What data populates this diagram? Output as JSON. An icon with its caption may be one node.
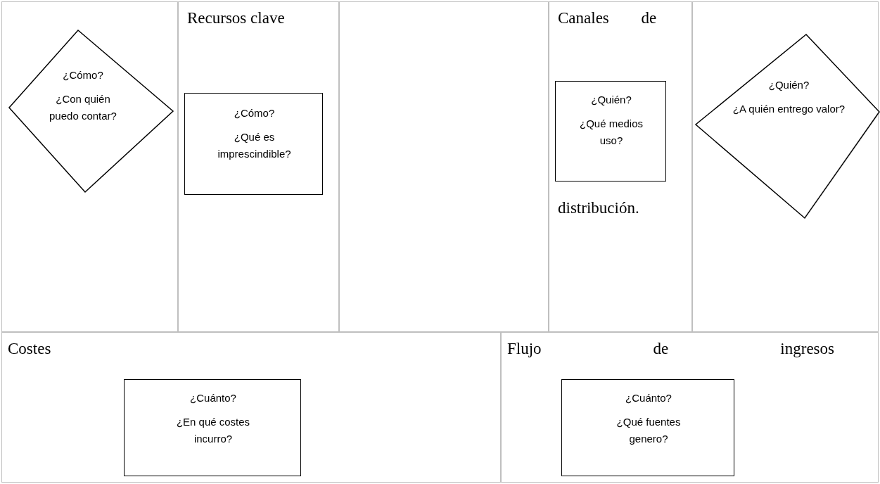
{
  "diagram": {
    "nodes": [
      {
        "text": [],
        "shape": "box"
      },
      {
        "text": [
          "¿Cómo?",
          "¿Con quién puedo contar?"
        ],
        "in": 0
      },
      {
        "text": [
          "Recursos clave"
        ]
      },
      {
        "text": [
          "¿Cómo?",
          "¿Qué es imprescindible?"
        ],
        "in": 2
      },
      {
        "text": [],
        "shape": "box"
      },
      {
        "text": [
          "Canales de",
          "distribución."
        ]
      },
      {
        "text": [
          "¿Quién?",
          "¿Qué medios uso?"
        ],
        "in": 5
      },
      {
        "text": [],
        "shape": "box"
      },
      {
        "text": [
          "¿Quién?",
          "¿A quién entrego valor?"
        ],
        "in": 7
      },
      {
        "text": [
          "Costes"
        ]
      },
      {
        "text": [
          "¿Cuánto?",
          "¿En qué costes incurro?"
        ],
        "in": 9
      },
      {
        "text": [
          "Flujo de ingresos"
        ]
      },
      {
        "text": [
          "¿Cuánto?",
          "¿Qué fuentes genero?"
        ],
        "in": 11
      }
    ],
    "edges": []
  }
}
